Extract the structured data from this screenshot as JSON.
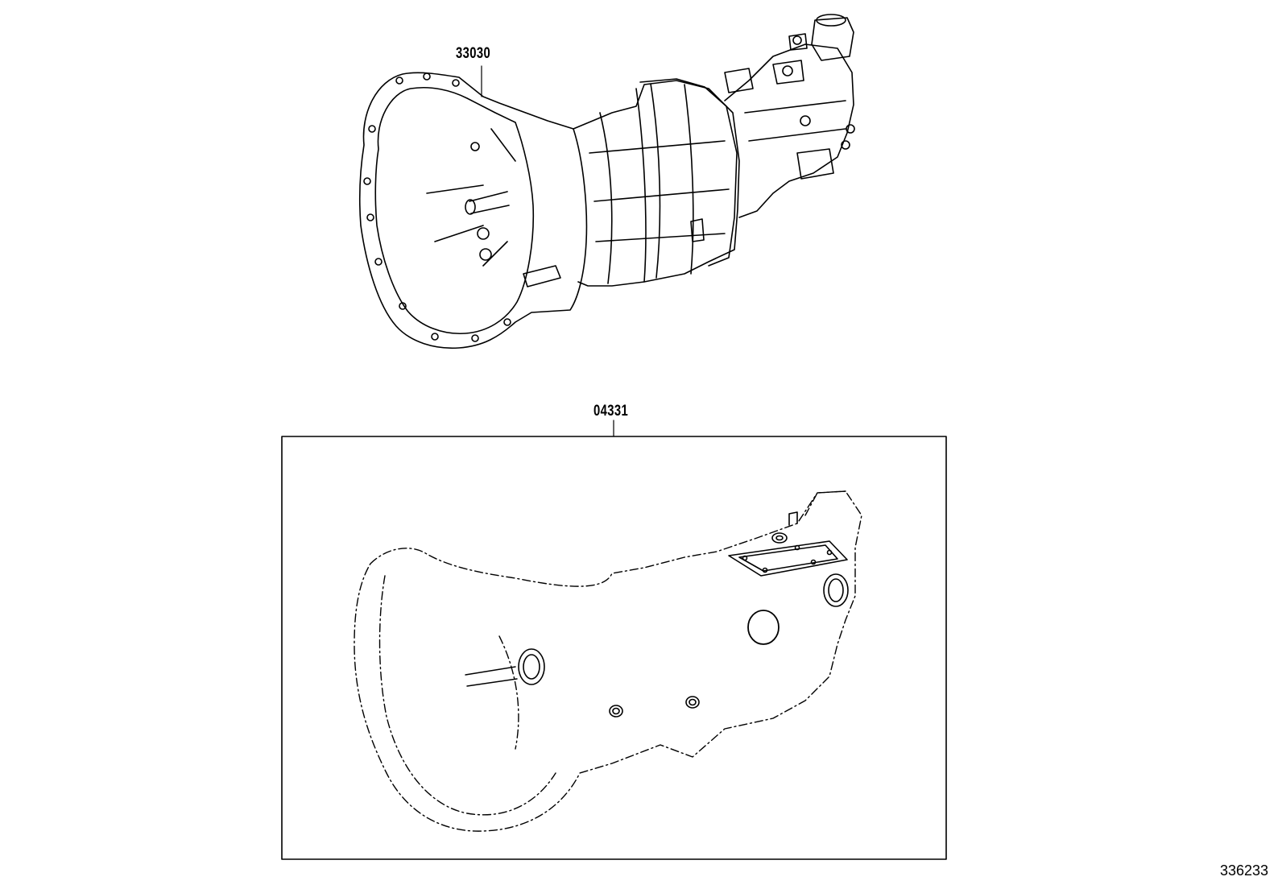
{
  "diagram": {
    "parts": [
      {
        "number": "33030",
        "name_icon": "transmission-assembly-icon"
      },
      {
        "number": "04331",
        "name_icon": "gasket-kit-icon"
      }
    ],
    "illustration_ref": "336233"
  }
}
